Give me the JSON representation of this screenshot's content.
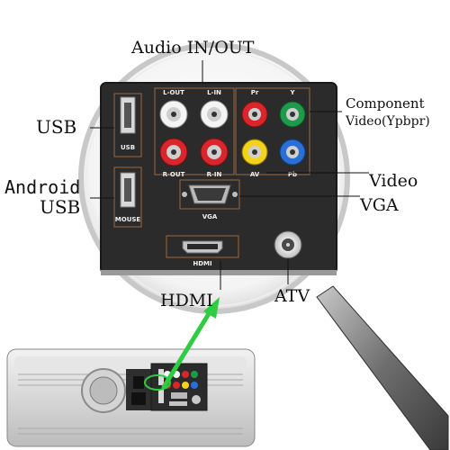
{
  "callouts": {
    "audio": "Audio  IN/OUT",
    "usb": "USB",
    "android_line1": "Android",
    "android_line2": "USB",
    "component_line1": "Component",
    "component_line2": "Video(Ypbpr)",
    "video": "Video",
    "vga": "VGA",
    "hdmi": "HDMI",
    "atv": "ATV"
  },
  "panel_labels": {
    "l_out": "L-OUT",
    "l_in": "L-IN",
    "r_out": "R-OUT",
    "r_in": "R-IN",
    "pr": "Pr",
    "y": "Y",
    "av": "AV",
    "pb": "Pb",
    "usb": "USB",
    "mouse": "MOUSE",
    "vga": "VGA",
    "hdmi": "HDMI"
  },
  "colors": {
    "panel": "#2b2b2b",
    "lens_ring": "#d8d8d8",
    "handle": "#8a8a8a",
    "arrow": "#2ecc40",
    "rca_white": "#f4f4f4",
    "rca_red": "#d8262c",
    "rca_green": "#1f9a4a",
    "rca_yellow": "#f2d21b",
    "rca_blue": "#2a6fd6"
  },
  "icons": [
    "magnifier-lens",
    "magnifier-handle",
    "pointer-arrow"
  ]
}
